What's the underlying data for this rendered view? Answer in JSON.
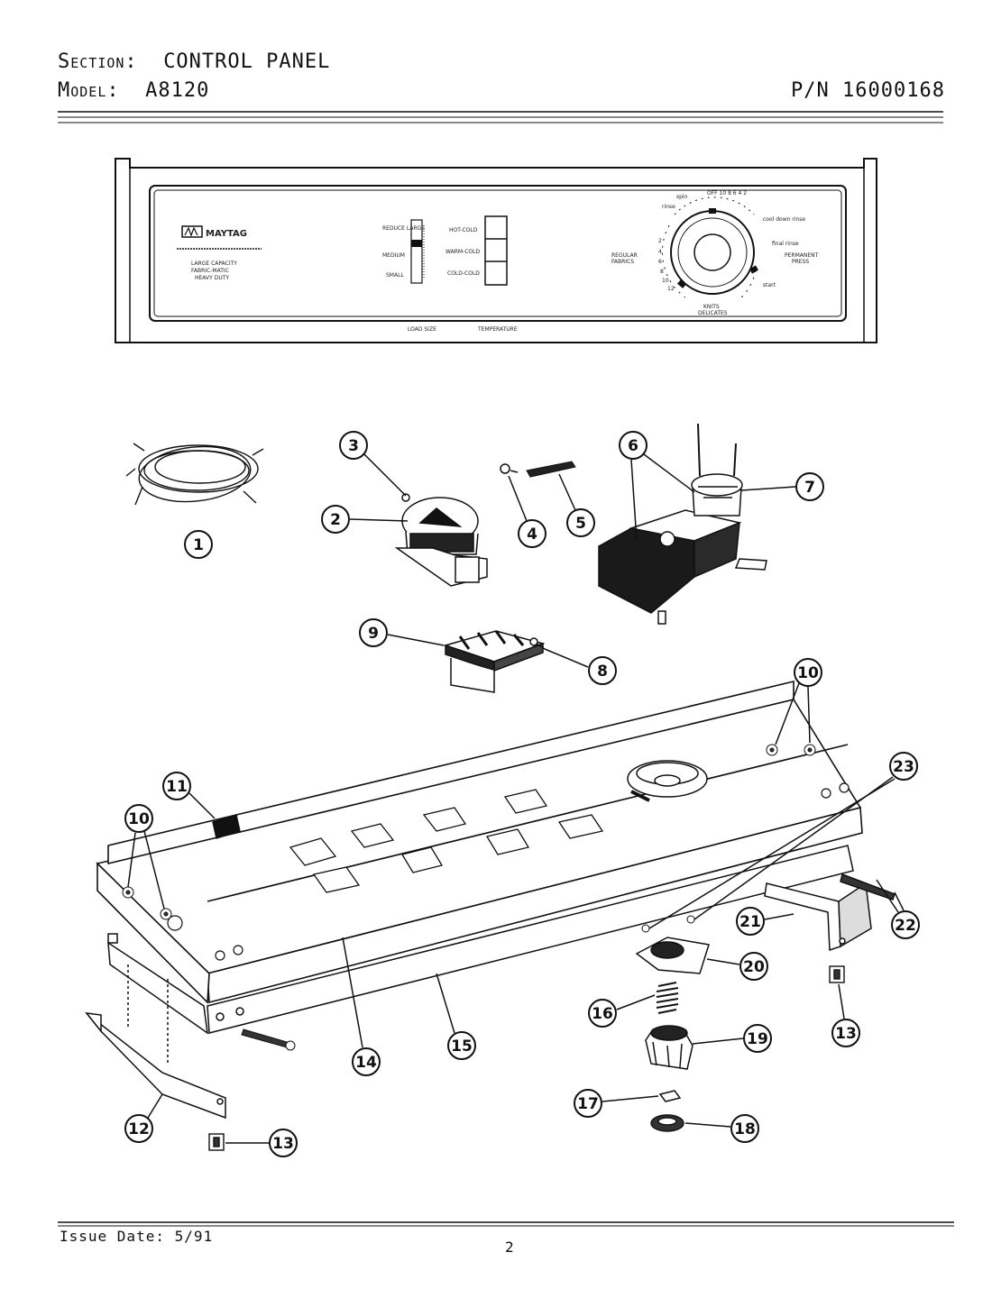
{
  "header": {
    "section_label": "Section:",
    "section_value": "CONTROL PANEL",
    "model_label": "Model:",
    "model_value": "A8120",
    "part_number": "P/N 16000168"
  },
  "panel": {
    "brand": "MAYTAG",
    "desc_line1": "LARGE CAPACITY",
    "desc_line2": "FABRIC-MATIC",
    "desc_line3": "HEAVY DUTY",
    "load_sizes": [
      "REDUCE LARGE",
      "MEDIUM",
      "SMALL"
    ],
    "load_size_label": "LOAD SIZE",
    "temperatures": [
      "HOT-COLD",
      "WARM-COLD",
      "COLD-COLD"
    ],
    "temperature_label": "TEMPERATURE",
    "dial_left_label_1": "REGULAR",
    "dial_left_label_2": "FABRICS",
    "dial_right_label_1": "PERMANENT",
    "dial_right_label_2": "PRESS",
    "dial_bottom_label_1": "KNITS",
    "dial_bottom_label_2": "DELICATES",
    "dial_top_marks": "OFF 10 8 6 4 2",
    "dial_left_marks": [
      "2",
      "4",
      "6",
      "8",
      "10",
      "12"
    ],
    "dial_spin": "spin",
    "dial_rinse": "rinse",
    "dial_cool": "cool down rinse",
    "dial_final": "final rinse",
    "dial_start": "start"
  },
  "callouts": [
    "1",
    "2",
    "3",
    "4",
    "5",
    "6",
    "7",
    "8",
    "9",
    "10",
    "10",
    "11",
    "12",
    "13",
    "13",
    "14",
    "15",
    "16",
    "17",
    "18",
    "19",
    "20",
    "21",
    "22",
    "23"
  ],
  "footer": {
    "issue_date": "Issue Date: 5/91",
    "page": "2"
  }
}
